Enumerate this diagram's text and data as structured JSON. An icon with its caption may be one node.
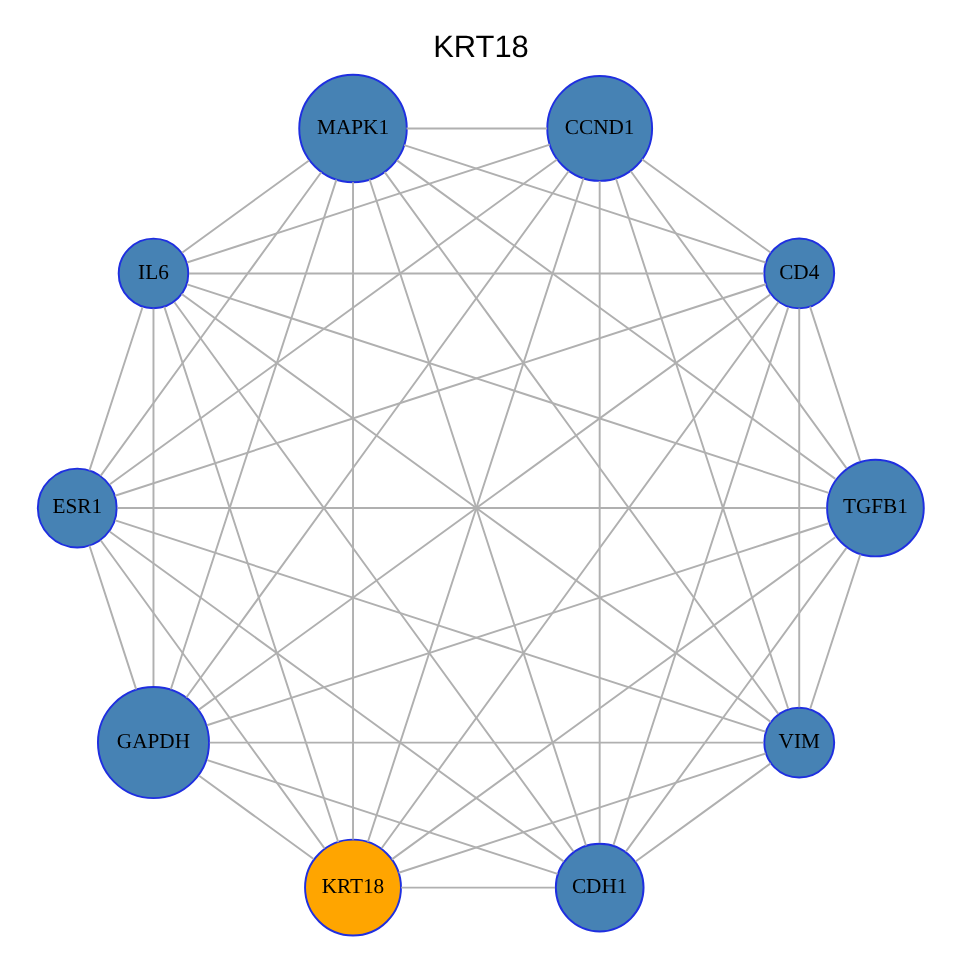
{
  "diagram": {
    "title": "KRT18",
    "nodes": [
      {
        "text": [
          "VIM"
        ]
      },
      {
        "text": [
          "TGFB1"
        ]
      },
      {
        "text": [
          "KRT18"
        ]
      },
      {
        "text": [
          "GAPDH"
        ]
      },
      {
        "text": [
          "ESR1"
        ]
      },
      {
        "text": [
          "IL6"
        ]
      },
      {
        "text": [
          "MAPK1"
        ]
      },
      {
        "text": [
          "CCND1"
        ]
      },
      {
        "text": [
          "CD4"
        ]
      },
      {
        "text": [
          "CDH1"
        ]
      }
    ],
    "edges": [
      {
        "from": 0,
        "to": 1,
        "arrow": "none"
      },
      {
        "from": 0,
        "to": 2,
        "arrow": "none"
      },
      {
        "from": 0,
        "to": 3,
        "arrow": "none"
      },
      {
        "from": 0,
        "to": 4,
        "arrow": "none"
      },
      {
        "from": 0,
        "to": 5,
        "arrow": "none"
      },
      {
        "from": 0,
        "to": 6,
        "arrow": "none"
      },
      {
        "from": 0,
        "to": 7,
        "arrow": "none"
      },
      {
        "from": 0,
        "to": 8,
        "arrow": "none"
      },
      {
        "from": 0,
        "to": 9,
        "arrow": "none"
      },
      {
        "from": 1,
        "to": 2,
        "arrow": "none"
      },
      {
        "from": 1,
        "to": 3,
        "arrow": "none"
      },
      {
        "from": 1,
        "to": 4,
        "arrow": "none"
      },
      {
        "from": 1,
        "to": 5,
        "arrow": "none"
      },
      {
        "from": 1,
        "to": 6,
        "arrow": "none"
      },
      {
        "from": 1,
        "to": 7,
        "arrow": "none"
      },
      {
        "from": 1,
        "to": 8,
        "arrow": "none"
      },
      {
        "from": 1,
        "to": 9,
        "arrow": "none"
      },
      {
        "from": 2,
        "to": 3,
        "arrow": "none"
      },
      {
        "from": 2,
        "to": 4,
        "arrow": "none"
      },
      {
        "from": 2,
        "to": 5,
        "arrow": "none"
      },
      {
        "from": 2,
        "to": 6,
        "arrow": "none"
      },
      {
        "from": 2,
        "to": 7,
        "arrow": "none"
      },
      {
        "from": 2,
        "to": 8,
        "arrow": "none"
      },
      {
        "from": 2,
        "to": 9,
        "arrow": "none"
      },
      {
        "from": 3,
        "to": 4,
        "arrow": "none"
      },
      {
        "from": 3,
        "to": 5,
        "arrow": "none"
      },
      {
        "from": 3,
        "to": 6,
        "arrow": "none"
      },
      {
        "from": 3,
        "to": 7,
        "arrow": "none"
      },
      {
        "from": 3,
        "to": 8,
        "arrow": "none"
      },
      {
        "from": 3,
        "to": 9,
        "arrow": "none"
      },
      {
        "from": 4,
        "to": 5,
        "arrow": "none"
      },
      {
        "from": 4,
        "to": 6,
        "arrow": "none"
      },
      {
        "from": 4,
        "to": 7,
        "arrow": "none"
      },
      {
        "from": 4,
        "to": 8,
        "arrow": "none"
      },
      {
        "from": 4,
        "to": 9,
        "arrow": "none"
      },
      {
        "from": 5,
        "to": 6,
        "arrow": "none"
      },
      {
        "from": 5,
        "to": 7,
        "arrow": "none"
      },
      {
        "from": 5,
        "to": 8,
        "arrow": "none"
      },
      {
        "from": 5,
        "to": 9,
        "arrow": "none"
      },
      {
        "from": 6,
        "to": 7,
        "arrow": "none"
      },
      {
        "from": 6,
        "to": 8,
        "arrow": "none"
      },
      {
        "from": 6,
        "to": 9,
        "arrow": "none"
      },
      {
        "from": 7,
        "to": 8,
        "arrow": "none"
      },
      {
        "from": 7,
        "to": 9,
        "arrow": "none"
      },
      {
        "from": 8,
        "to": 9,
        "arrow": "none"
      }
    ]
  }
}
